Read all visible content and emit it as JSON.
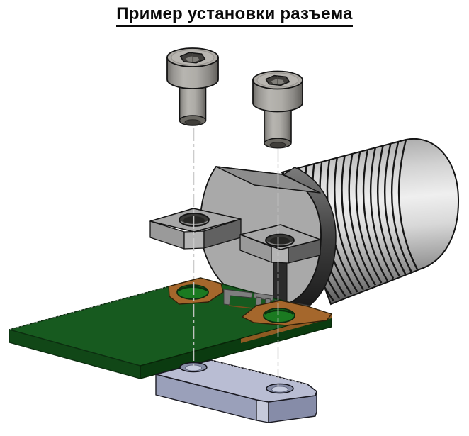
{
  "title": "Пример установки разъема",
  "figure": {
    "type": "exploded-assembly-diagram",
    "description": "Exploded CAD view: two socket-head cap screws above a panel-mount RF connector with threaded barrel and two mounting lugs, aligned over a green PCB with copper pads and a backing plate below",
    "parts": [
      "screw-left",
      "screw-right",
      "connector-flange",
      "threaded-barrel",
      "mounting-tab-left",
      "mounting-tab-front",
      "pcb-board",
      "copper-pad-left",
      "copper-pad-right",
      "rf-traces",
      "backing-plate",
      "centerline-left",
      "centerline-right"
    ],
    "colors": {
      "background": "#ffffff",
      "outline": "#141414",
      "steel_light": "#b5b2ad",
      "steel_mid": "#a9a9a9",
      "steel_dark": "#5f5f5f",
      "thread_light": "#e6e6e6",
      "pcb_green": "#175a1f",
      "pcb_green_side": "#114717",
      "pcb_green_dark": "#0b3b10",
      "copper": "#a5672c",
      "hole_green": "#1b7a21",
      "trace_gray": "#7e7e7e",
      "plate_lavender": "#b9bdd3",
      "plate_side": "#9aa0ba",
      "plate_end": "#868ca8",
      "centerline": "#c9c9c9"
    }
  }
}
